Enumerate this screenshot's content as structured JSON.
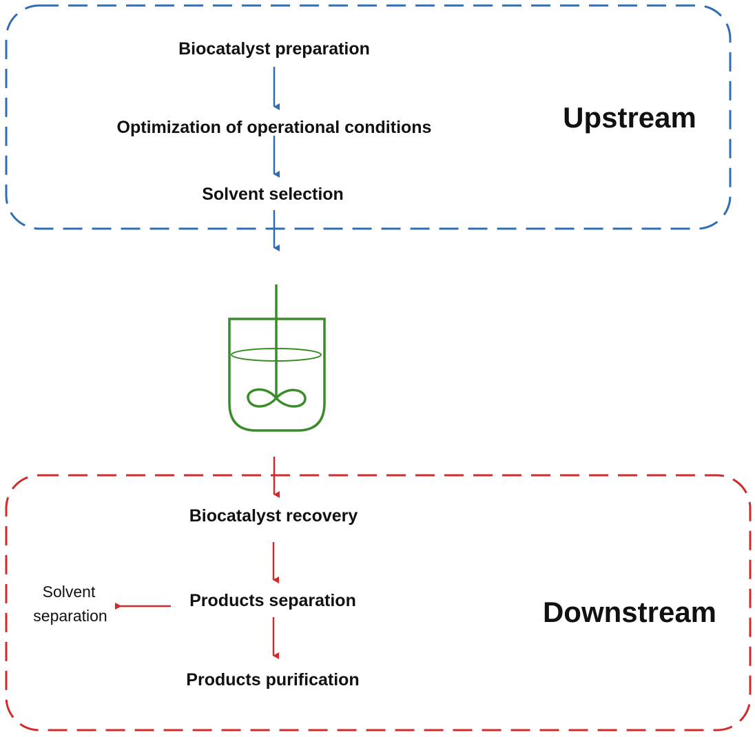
{
  "colors": {
    "upstream": "#2e6db4",
    "downstream": "#d12a2a",
    "reactor": "#3a8c2a",
    "text": "#111111"
  },
  "upstream": {
    "title": "Upstream",
    "steps": [
      "Biocatalyst preparation",
      "Optimization of operational conditions",
      "Solvent selection"
    ]
  },
  "reactor": {
    "icon": "stirred-tank-reactor-icon"
  },
  "downstream": {
    "title": "Downstream",
    "steps": [
      "Biocatalyst recovery",
      "Products separation",
      "Products purification"
    ],
    "side_output": {
      "line1": "Solvent",
      "line2": "separation"
    }
  }
}
